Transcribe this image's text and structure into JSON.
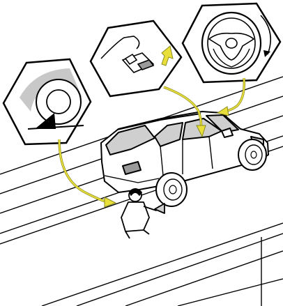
{
  "illustration": {
    "scene": "car-parked-on-slope",
    "callouts": [
      {
        "name": "wheel-chock-callout",
        "icon": "wheel-chock-icon"
      },
      {
        "name": "parking-brake-callout",
        "icon": "parking-brake-switch-icon"
      },
      {
        "name": "steering-wheel-callout",
        "icon": "steering-wheel-icon"
      }
    ]
  },
  "colors": {
    "line": "#000000",
    "callout_fill": "#ffffff",
    "callout_shade": "#c8c8c8",
    "glass": "#cfcfcf",
    "arrow": "#e8df3a",
    "arrow_outline": "#8a8a1e"
  }
}
